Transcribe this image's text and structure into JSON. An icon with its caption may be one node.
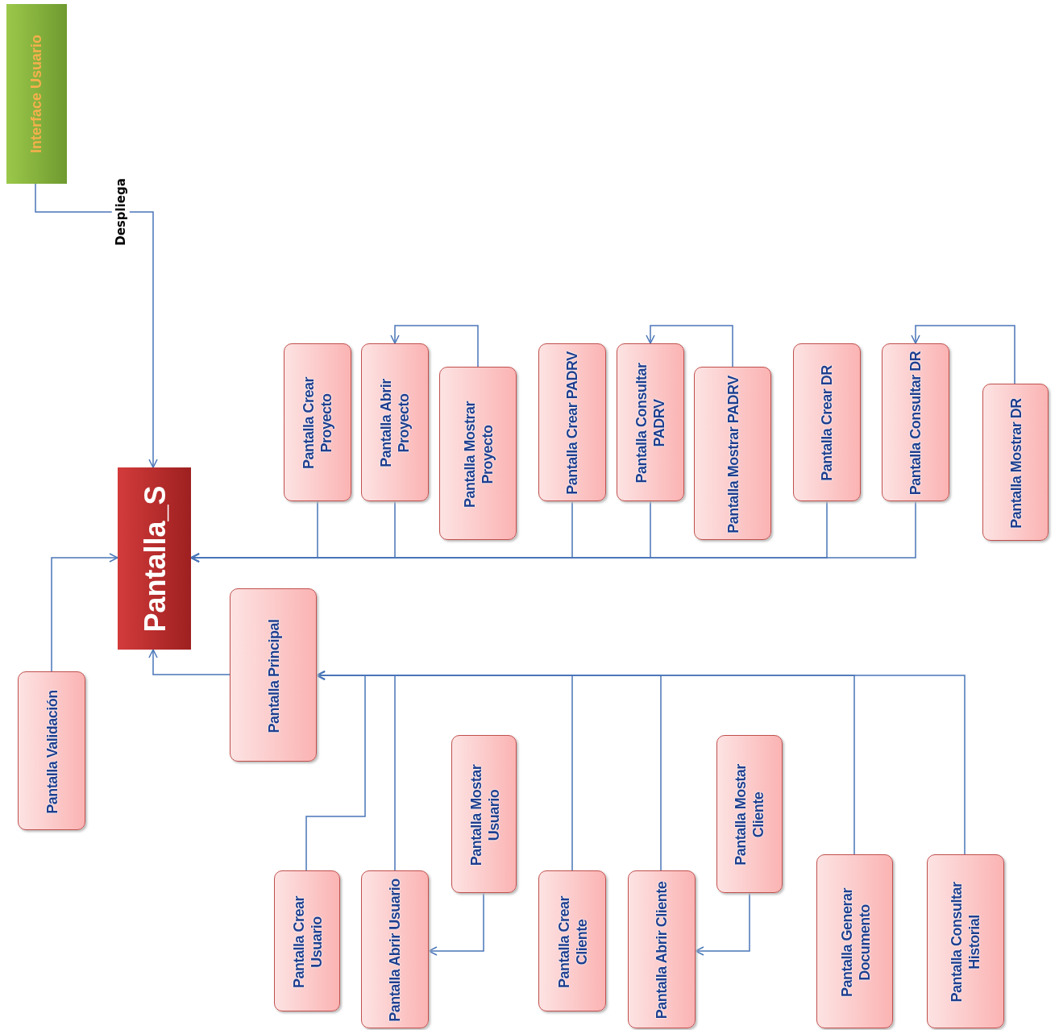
{
  "diagram": {
    "nodes": [
      {
        "text": [
          "Interface Usuario"
        ]
      },
      {
        "text": [
          "Pantalla_S"
        ]
      },
      {
        "text": [
          "Pantalla Validación"
        ]
      },
      {
        "text": [
          "Pantalla Principal"
        ]
      },
      {
        "text": [
          "Pantalla Crear Proyecto"
        ]
      },
      {
        "text": [
          "Pantalla Abrir Proyecto"
        ]
      },
      {
        "text": [
          "Pantalla Mostrar Proyecto"
        ]
      },
      {
        "text": [
          "Pantalla Crear PADRV"
        ]
      },
      {
        "text": [
          "Pantalla Consultar PADRV"
        ]
      },
      {
        "text": [
          "Pantalla Mostrar PADRV"
        ]
      },
      {
        "text": [
          "Pantalla Crear DR"
        ]
      },
      {
        "text": [
          "Pantalla Consultar DR"
        ]
      },
      {
        "text": [
          "Pantalla Mostrar DR"
        ]
      },
      {
        "text": [
          "Pantalla Crear Usuario"
        ]
      },
      {
        "text": [
          "Pantalla Abrir Usuario"
        ]
      },
      {
        "text": [
          "Pantalla Mostar Usuario"
        ]
      },
      {
        "text": [
          "Pantalla Crear Cliente"
        ]
      },
      {
        "text": [
          "Pantalla Abrir Cliente"
        ]
      },
      {
        "text": [
          "Pantalla Mostar Cliente"
        ]
      },
      {
        "text": [
          "Pantalla Generar Documento"
        ]
      },
      {
        "text": [
          "Pantalla Consultar Historial"
        ]
      }
    ],
    "edges": [
      {
        "from": 0,
        "to": 1,
        "arrow": "to",
        "label": "Despliega"
      },
      {
        "from": 2,
        "to": 1,
        "arrow": "to"
      },
      {
        "from": 3,
        "to": 1,
        "arrow": "to"
      },
      {
        "from": 4,
        "to": 1,
        "arrow": "to"
      },
      {
        "from": 5,
        "to": 1,
        "arrow": "to"
      },
      {
        "from": 7,
        "to": 1,
        "arrow": "to"
      },
      {
        "from": 8,
        "to": 1,
        "arrow": "to"
      },
      {
        "from": 10,
        "to": 1,
        "arrow": "to"
      },
      {
        "from": 11,
        "to": 1,
        "arrow": "to"
      },
      {
        "from": 6,
        "to": 5,
        "arrow": "to"
      },
      {
        "from": 9,
        "to": 8,
        "arrow": "to"
      },
      {
        "from": 12,
        "to": 11,
        "arrow": "to"
      },
      {
        "from": 13,
        "to": 3,
        "arrow": "to"
      },
      {
        "from": 14,
        "to": 3,
        "arrow": "to"
      },
      {
        "from": 16,
        "to": 3,
        "arrow": "to"
      },
      {
        "from": 17,
        "to": 3,
        "arrow": "to"
      },
      {
        "from": 19,
        "to": 3,
        "arrow": "to"
      },
      {
        "from": 20,
        "to": 3,
        "arrow": "to"
      },
      {
        "from": 15,
        "to": 14,
        "arrow": "to"
      },
      {
        "from": 18,
        "to": 17,
        "arrow": "to"
      }
    ]
  }
}
